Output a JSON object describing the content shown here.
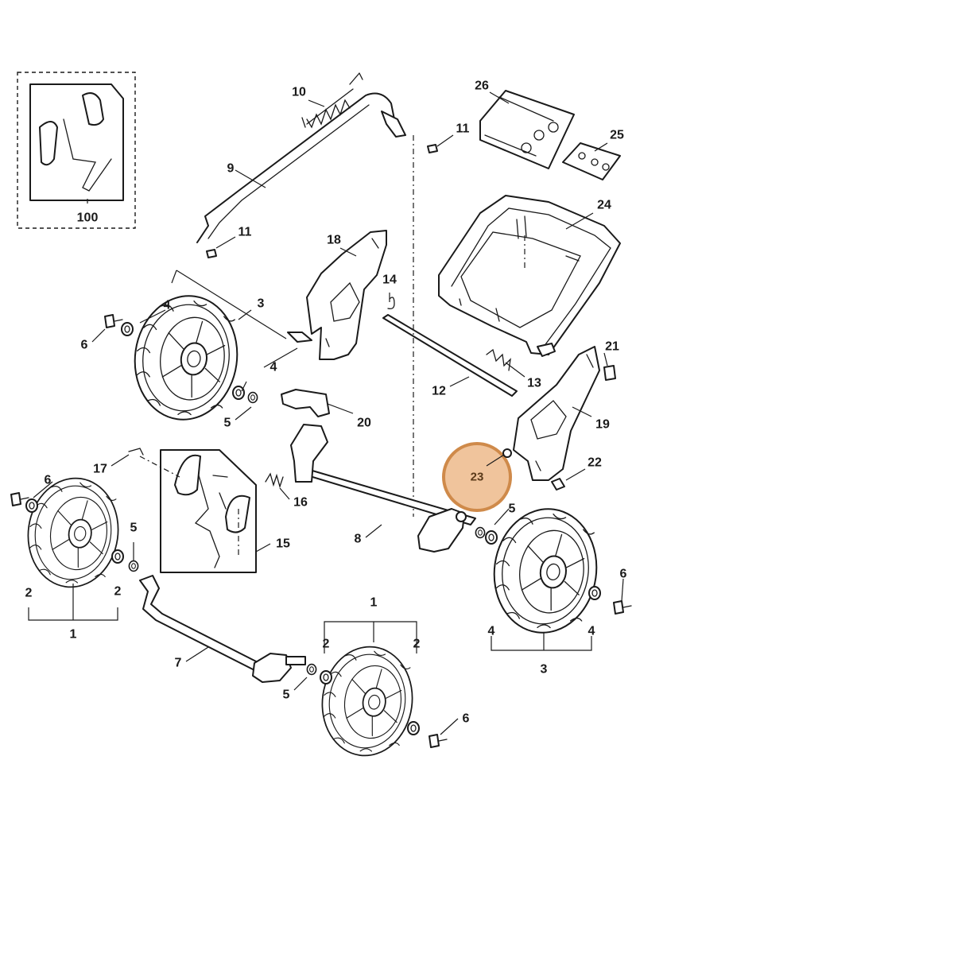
{
  "highlight": {
    "label": "23",
    "fill": "#f0c49c",
    "stroke": "#cf8a4a"
  },
  "labels": {
    "p1": "1",
    "p2": "1",
    "p3": "2",
    "p4": "2",
    "p5": "2",
    "p6": "2",
    "p7": "3",
    "p8": "3",
    "p9": "4",
    "p10": "4",
    "p11": "4",
    "p12": "4",
    "p13": "5",
    "p14": "5",
    "p15": "5",
    "p16": "5",
    "p17": "6",
    "p18": "6",
    "p19": "6",
    "p20": "6",
    "p21": "7",
    "p22": "8",
    "p23": "9",
    "p24": "10",
    "p25": "11",
    "p26": "11",
    "p27": "12",
    "p28": "13",
    "p29": "14",
    "p30": "15",
    "p31": "16",
    "p32": "17",
    "p33": "18",
    "p34": "19",
    "p35": "20",
    "p36": "21",
    "p37": "22",
    "p38": "24",
    "p39": "25",
    "p40": "26",
    "p41": "100"
  }
}
